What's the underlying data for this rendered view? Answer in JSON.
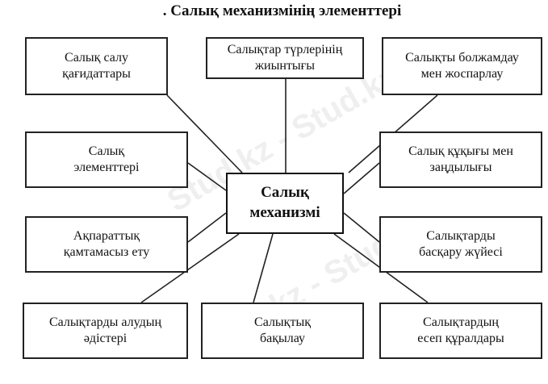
{
  "title": ". Салық механизмінің элементтері",
  "center": "Салық\nмеханизмі",
  "boxes": {
    "top_left": "Салық  салу\nқағидаттары",
    "top_middle": "Салықтар  түрлерінің\nжиынтығы",
    "top_right": "Салықты  болжамдау\nмен  жоспарлау",
    "mid_left_upper": "Салық\nэлементтері",
    "mid_right_upper": "Салық  құқығы  мен\nзаңдылығы",
    "mid_left_lower": "Ақпараттық\nқамтамасыз  ету",
    "mid_right_lower": "Салықтарды\nбасқару  жүйесі",
    "bottom_left": "Салықтарды  алудың\nәдістері",
    "bottom_middle": "Салықтық\nбақылау",
    "bottom_right": "Салықтардың\nесеп  құралдары"
  },
  "watermark": "Stud.kz - Stud.kz",
  "colors": {
    "border": "#222222",
    "line": "#222222",
    "watermark": "#bebebe"
  }
}
